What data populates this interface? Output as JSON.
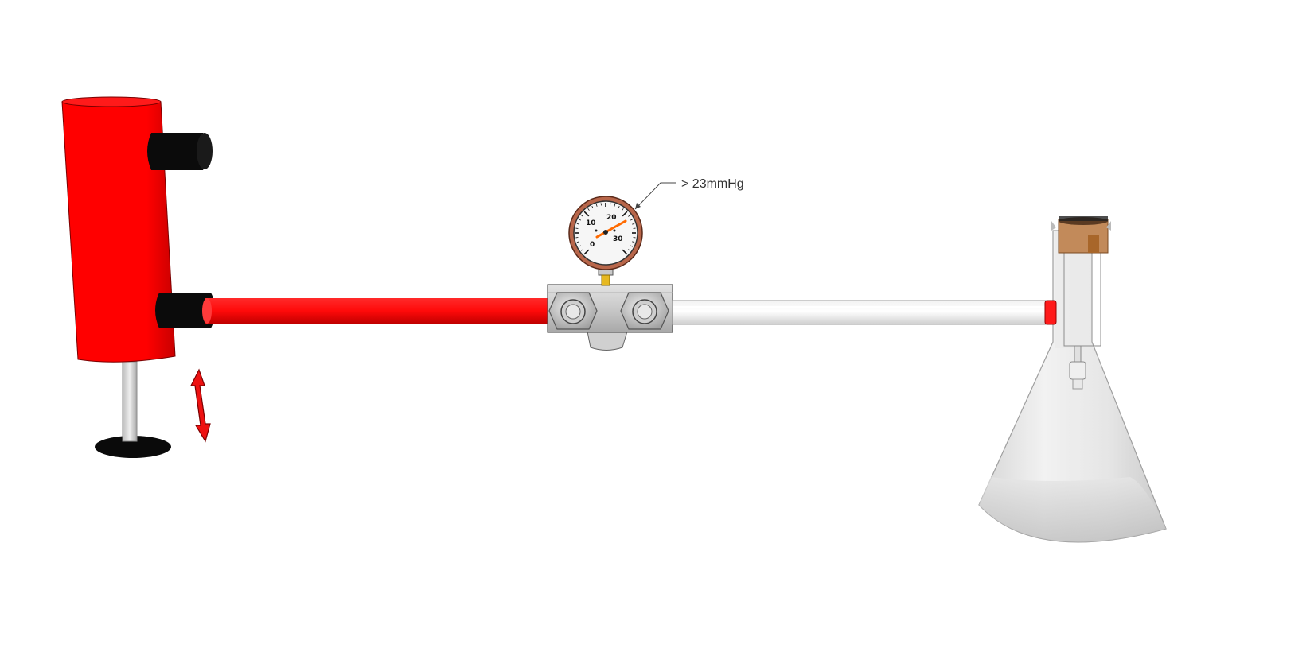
{
  "gauge": {
    "callout_label": "> 23mmHg",
    "dial_labels": [
      "0",
      "10",
      "20",
      "30"
    ],
    "needle_color": "#ff6a00",
    "rim_color": "#b8664a"
  },
  "colors": {
    "reservoir": "#ff0000",
    "red_tube": "#ff1010",
    "connector": "#111111",
    "white_tube": "#ffffff",
    "flask_glass": "#e6e6e6",
    "cork": "#c28a5a",
    "arrow": "#ee1111"
  },
  "icons": {
    "reservoir": "cylinder-shape",
    "arrow": "double-vertical-arrow",
    "gauge": "pressure-dial",
    "flask": "erlenmeyer-flask"
  }
}
